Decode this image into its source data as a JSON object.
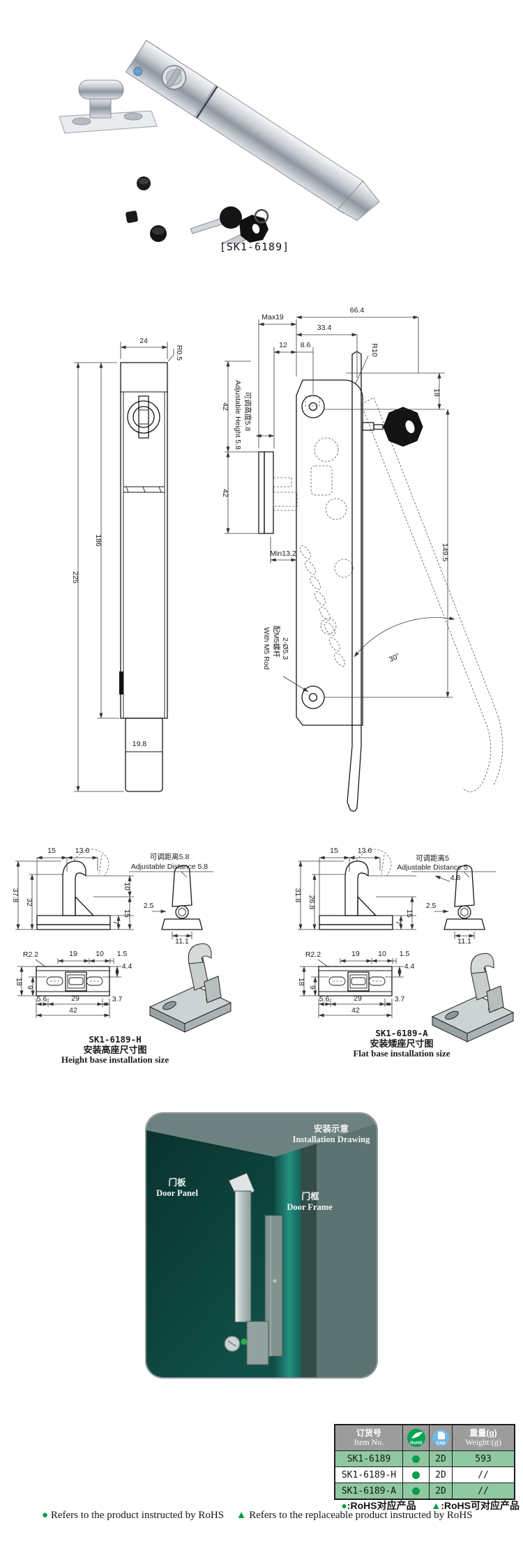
{
  "product_photo": {
    "caption": "[SK1-6189]"
  },
  "main_drawing": {
    "front": {
      "d24": "24",
      "r05": "R0.5",
      "d225": "225",
      "d186": "186",
      "d198": "19.8"
    },
    "side": {
      "max19": "Max19",
      "d664": "66.4",
      "d334": "33.4",
      "d12": "12",
      "d86": "8.6",
      "r10": "R10",
      "d18": "18",
      "d42a": "42",
      "d42b": "42",
      "adj_cn": "可调高度5.8",
      "adj_en": "Adjustable Height 5.8",
      "min13": "Min13.2",
      "d1495": "149.5",
      "holes": "2-Ø5.3",
      "rod_cn": "配M5螺杆",
      "rod_en": "With M5 Rod",
      "angle": "30°"
    }
  },
  "base_h": {
    "title": "SK1-6189-H",
    "sub_cn": "安装高座尺寸图",
    "sub_en": "Height base installation size",
    "adj_cn": "可调距离5.8",
    "adj_en": "Adjustable Distance 5.8",
    "d15": "15",
    "d136": "13.6",
    "d378": "37.8",
    "d32": "32",
    "d10": "10",
    "d15r": "15",
    "d7": "7",
    "d25": "2.5",
    "d111": "11.1",
    "r22": "R2.2",
    "d19": "19",
    "d10b": "10",
    "d15c": "1.5",
    "d44": "4.4",
    "d18": "18",
    "d9": "9",
    "d56": "5.6",
    "d29": "29",
    "d37": "3.7",
    "d42": "42"
  },
  "base_a": {
    "title": "SK1-6189-A",
    "sub_cn": "安装矮座尺寸图",
    "sub_en": "Flat base installation size",
    "adj_cn": "可调距离5",
    "adj_en": "Adjustable Distance 5",
    "d48": "4.8",
    "d15": "15",
    "d136": "13.6",
    "d318": "31.8",
    "d268": "26.8",
    "d15r": "15",
    "d7": "7",
    "d25": "2.5",
    "d111": "11.1",
    "r22": "R2.2",
    "d19": "19",
    "d10b": "10",
    "d15c": "1.5",
    "d44": "4.4",
    "d18": "18",
    "d9": "9",
    "d56": "5.6",
    "d29": "29",
    "d37": "3.7",
    "d42": "42"
  },
  "installation": {
    "title_cn": "安装示意",
    "title_en": "Installation Drawing",
    "panel_cn": "门板",
    "panel_en": "Door Panel",
    "frame_cn": "门框",
    "frame_en": "Door Frame"
  },
  "order_table": {
    "item_cn": "订货号",
    "item_en": "Item No.",
    "rohs_label": "RoHS",
    "cad_label": "CAD",
    "weight_cn": "重量(g)",
    "weight_en": "Weight:(g)",
    "rows": [
      {
        "item": "SK1-6189",
        "cad": "2D",
        "weight": "593"
      },
      {
        "item": "SK1-6189-H",
        "cad": "2D",
        "weight": "//"
      },
      {
        "item": "SK1-6189-A",
        "cad": "2D",
        "weight": "//"
      }
    ]
  },
  "footer": {
    "dot": "●",
    "tri": "▲",
    "legend_dot_cn": ":RoHS对应产品",
    "legend_tri_cn": ":RoHS可对应产品",
    "legend_dot_en": "Refers to the product instructed by RoHS",
    "legend_tri_en": "Refers to the replaceable product instructed by RoHS"
  },
  "colors": {
    "accent_green": "#089c45",
    "rohs_green": "#00a550",
    "cad_blue": "#71b7e5",
    "table_header_bg": "#9c9c9c",
    "table_row_green": "#90c8a2",
    "install_panel": "#0c3f3a",
    "install_frame": "#5e7473"
  }
}
